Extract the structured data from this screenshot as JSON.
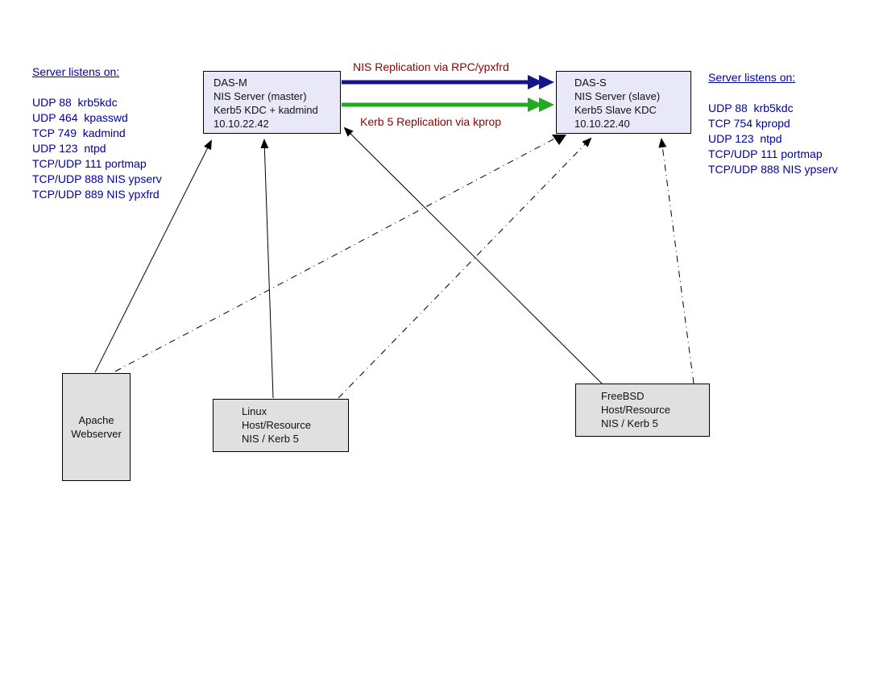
{
  "diagram": {
    "left_panel": {
      "title": "Server listens on:",
      "ports": [
        "UDP 88  krb5kdc",
        "UDP 464  kpasswd",
        "TCP 749  kadmind",
        "UDP 123  ntpd",
        "TCP/UDP 111 portmap",
        "TCP/UDP 888 NIS ypserv",
        "TCP/UDP 889 NIS ypxfrd"
      ]
    },
    "right_panel": {
      "title": "Server listens on:",
      "ports": [
        "UDP 88  krb5kdc",
        "TCP 754 kpropd",
        "UDP 123  ntpd",
        "TCP/UDP 111 portmap",
        "TCP/UDP 888 NIS ypserv"
      ]
    },
    "nodes": {
      "das_m": {
        "lines": [
          "DAS-M",
          "NIS Server (master)",
          "Kerb5 KDC + kadmind",
          "10.10.22.42"
        ]
      },
      "das_s": {
        "lines": [
          "DAS-S",
          "NIS Server (slave)",
          "Kerb5 Slave KDC",
          "10.10.22.40"
        ]
      },
      "apache": {
        "lines": [
          "Apache",
          "Webserver"
        ]
      },
      "linux": {
        "lines": [
          "Linux",
          "Host/Resource",
          "NIS / Kerb 5"
        ]
      },
      "freebsd": {
        "lines": [
          "FreeBSD",
          "Host/Resource",
          "NIS / Kerb 5"
        ]
      }
    },
    "replication": {
      "nis_label": "NIS Replication via RPC/ypxfrd",
      "kerb_label": "Kerb 5 Replication via kprop"
    },
    "edges": [
      {
        "from": "apache",
        "to": "das_m",
        "style": "solid"
      },
      {
        "from": "linux",
        "to": "das_m",
        "style": "solid"
      },
      {
        "from": "freebsd",
        "to": "das_m",
        "style": "solid"
      },
      {
        "from": "apache",
        "to": "das_s",
        "style": "dash-dot"
      },
      {
        "from": "linux",
        "to": "das_s",
        "style": "dash-dot"
      },
      {
        "from": "freebsd",
        "to": "das_s",
        "style": "dash-dot"
      },
      {
        "from": "das_m",
        "to": "das_s",
        "style": "thick",
        "label": "NIS Replication via RPC/ypxfrd"
      },
      {
        "from": "das_m",
        "to": "das_s",
        "style": "thick",
        "label": "Kerb 5 Replication via kprop"
      }
    ],
    "colors": {
      "port_text": "#0000A0",
      "replication_label": "#900000",
      "nis_arrow": "#14148C",
      "kerb_arrow": "#22AA22",
      "server_box_fill": "#E8E8F8",
      "client_box_fill": "#E0E0E0",
      "line_color": "#000000"
    }
  }
}
